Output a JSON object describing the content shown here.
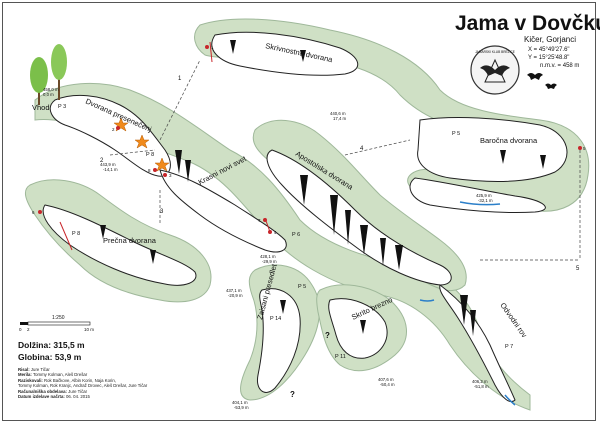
{
  "title": "Jama v Dovčku",
  "location": "Kičer, Gorjanci",
  "coordinates": {
    "x": "X = 45°49'27.6\"",
    "y": "Y = 15°25'48.8\"",
    "elevation": "n.m.v. = 458 m"
  },
  "stats": {
    "length": "Dolžina: 315,5 m",
    "depth": "Globina: 53,9 m"
  },
  "scale": {
    "ratio": "1:250",
    "tick0": "0",
    "tick2": "2",
    "tick10": "10 m"
  },
  "credits": [
    {
      "k": "Risal:",
      "v": "Jure Tičar"
    },
    {
      "k": "Merila:",
      "v": "Tommy Kolman, Aleš Drešar"
    },
    {
      "k": "Raziskovali:",
      "v": "Rok Bačkove, Albin Korin, Naja Korin,"
    },
    {
      "k": "",
      "v": "Tommy Kolman, Rok Kranjc, Andraž Drovec, Aleš Drešar, Jure Tičar"
    },
    {
      "k": "Računalniška obdelava:",
      "v": "Jure Tičar"
    },
    {
      "k": "Datum izdelave načrta:",
      "v": "06. 04. 2015"
    }
  ],
  "logo_text": "JAMARSKI KLUB BREŽICE",
  "chambers": {
    "vhod": "Vhod",
    "dvorana_presenecenj": "Dvorana presenečenj",
    "skrivnostna_dvorana": "Skrivnostna dvorana",
    "krasni_novi_svet": "Krasni novi svet",
    "apostolska_dvorana": "Apostolska dvorana",
    "barocna_dvorana": "Baročna dvorana",
    "precna_dvorana": "Prečna dvorana",
    "zaisani_presedlet": "Zaisani presedlet",
    "skrito_brezno": "Skrito brezno",
    "odvodni_rov": "Odvodni rov"
  },
  "pitches": [
    "P 3",
    "P 8",
    "P 5",
    "P 8",
    "P 6",
    "P 5",
    "P 14",
    "P 11",
    "P 7"
  ],
  "sections": [
    "1",
    "2",
    "3",
    "4",
    "5"
  ],
  "depths": [
    {
      "alt": "458,0 m",
      "rel": "0,0 m"
    },
    {
      "alt": "443,9 m",
      "rel": "-14,1 m"
    },
    {
      "alt": "440,6 m",
      "rel": "17,4 m"
    },
    {
      "alt": "425,9 m",
      "rel": "-32,1 m"
    },
    {
      "alt": "428,1 m",
      "rel": "-29,9 m"
    },
    {
      "alt": "437,1 m",
      "rel": "-20,9 m"
    },
    {
      "alt": "407,6 m",
      "rel": "-50,4 m"
    },
    {
      "alt": "406,2 m",
      "rel": "-51,8 m"
    },
    {
      "alt": "404,1 m",
      "rel": "-53,9 m"
    }
  ],
  "markers": [
    "1",
    "2",
    "3",
    "4",
    "5",
    "6",
    "7",
    "8"
  ],
  "question_mark": "?",
  "colors": {
    "gallery_fill": "#cfe0c5",
    "gallery_stroke": "#8fa88a",
    "cave_line": "#222222",
    "water": "#2b7fc9",
    "stalagmite": "#111111",
    "rope": "#c8262b",
    "star": "#f08a1c"
  }
}
